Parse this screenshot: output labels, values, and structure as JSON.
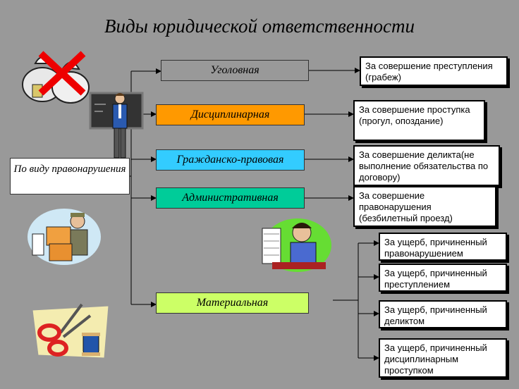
{
  "title": "Виды юридической ответственности",
  "source": "По виду правонарушения",
  "types": [
    {
      "label": "Уголовная",
      "color": "#999999"
    },
    {
      "label": "Дисциплинарная",
      "color": "#ff9900"
    },
    {
      "label": "Гражданско-правовая",
      "color": "#33ccff"
    },
    {
      "label": "Административная",
      "color": "#00cc99"
    },
    {
      "label": "Материальная",
      "color": "#ccff66"
    }
  ],
  "descriptions": [
    "За совершение преступления (грабеж)",
    "За совершение проступка (прогул, опоздание)",
    "За совершение деликта(не выполнение обязательства по договору)",
    "За совершение правонарушения (безбилетный проезд)"
  ],
  "material_items": [
    "За ущерб, причиненный правонарушением",
    "За ущерб, причиненный преступлением",
    "За ущерб, причиненный деликтом",
    "За ущерб, причиненный дисциплинарным проступком"
  ],
  "icons": [
    "money-bags-crossed-icon",
    "teacher-at-blackboard-icon",
    "courier-with-boxes-icon",
    "man-with-papers-icon",
    "scissors-and-thread-icon"
  ]
}
